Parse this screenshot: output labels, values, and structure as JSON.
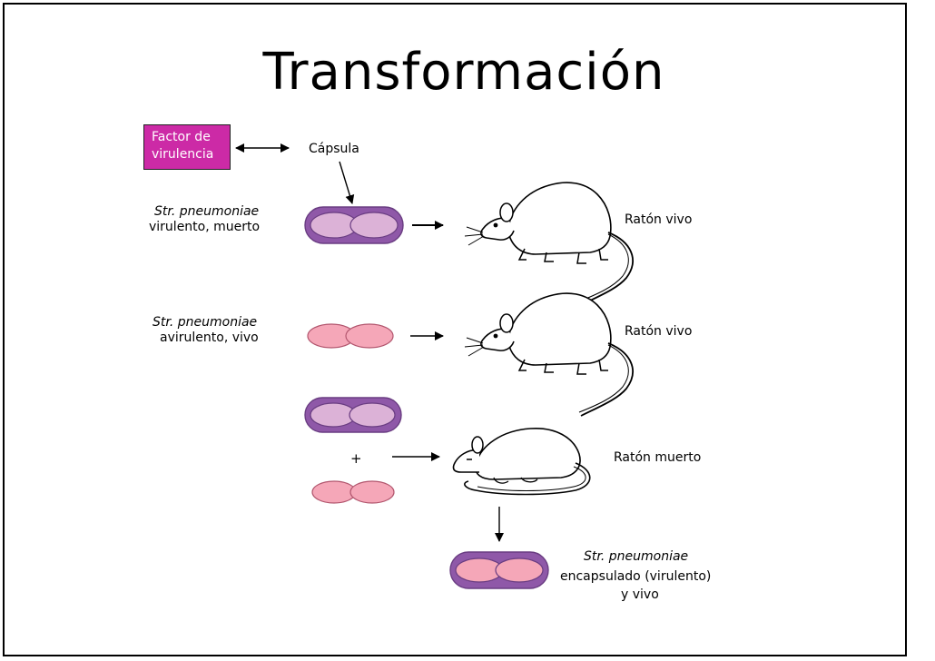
{
  "title": "Transformación",
  "factor_box": {
    "line1": "Factor de",
    "line2": "virulencia"
  },
  "capsule_label": "Cápsula",
  "row1": {
    "strain_line1": "Str. pneumoniae",
    "strain_line2": "virulento, muerto",
    "result": "Ratón vivo"
  },
  "row2": {
    "strain_line1": "Str. pneumoniae",
    "strain_line2": "avirulento, vivo",
    "result": "Ratón vivo"
  },
  "row3": {
    "plus": "+",
    "result": "Ratón muerto"
  },
  "final": {
    "line1": "Str. pneumoniae",
    "line2": "encapsulado (virulento)",
    "line3": "y vivo"
  },
  "colors": {
    "factor_box": "#cc2aa6",
    "capsule_purple": "#8f58a8",
    "cell_pink": "#f5a7b8",
    "cell_inner_purple": "#dcb2d7"
  }
}
